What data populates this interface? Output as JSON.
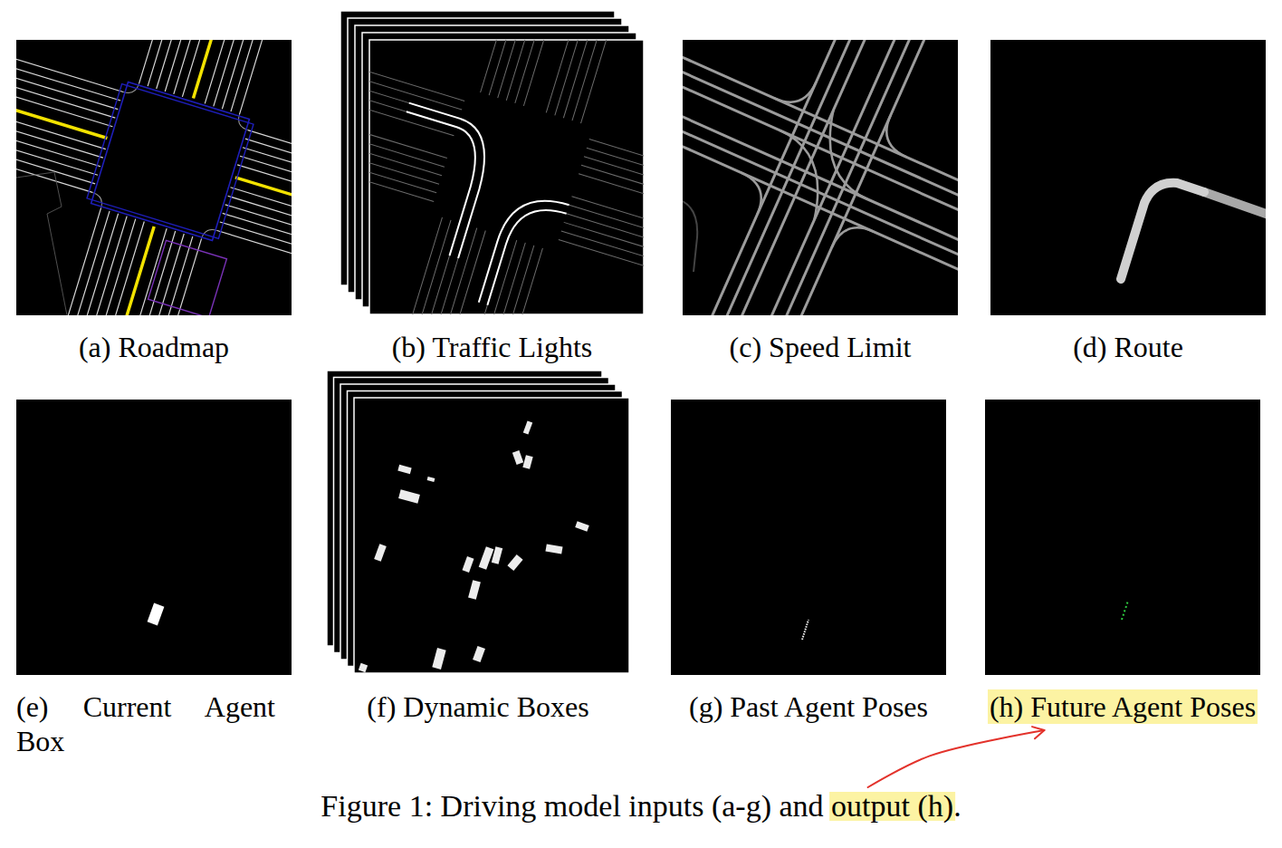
{
  "diagram": {
    "caption": "Figure 1: Driving model inputs (a-g) and output (h).",
    "nodes": [
      {
        "text": [
          "(a) Roadmap"
        ]
      },
      {
        "text": [
          "(b) Traffic Lights"
        ]
      },
      {
        "text": [
          "(c) Speed Limit"
        ]
      },
      {
        "text": [
          "(d) Route"
        ]
      },
      {
        "text": [
          "(e) Current Agent Box"
        ]
      },
      {
        "text": [
          "(f) Dynamic Boxes"
        ]
      },
      {
        "text": [
          "(g) Past Agent Poses"
        ]
      },
      {
        "text": [
          "(h) Future Agent Poses"
        ]
      }
    ]
  }
}
